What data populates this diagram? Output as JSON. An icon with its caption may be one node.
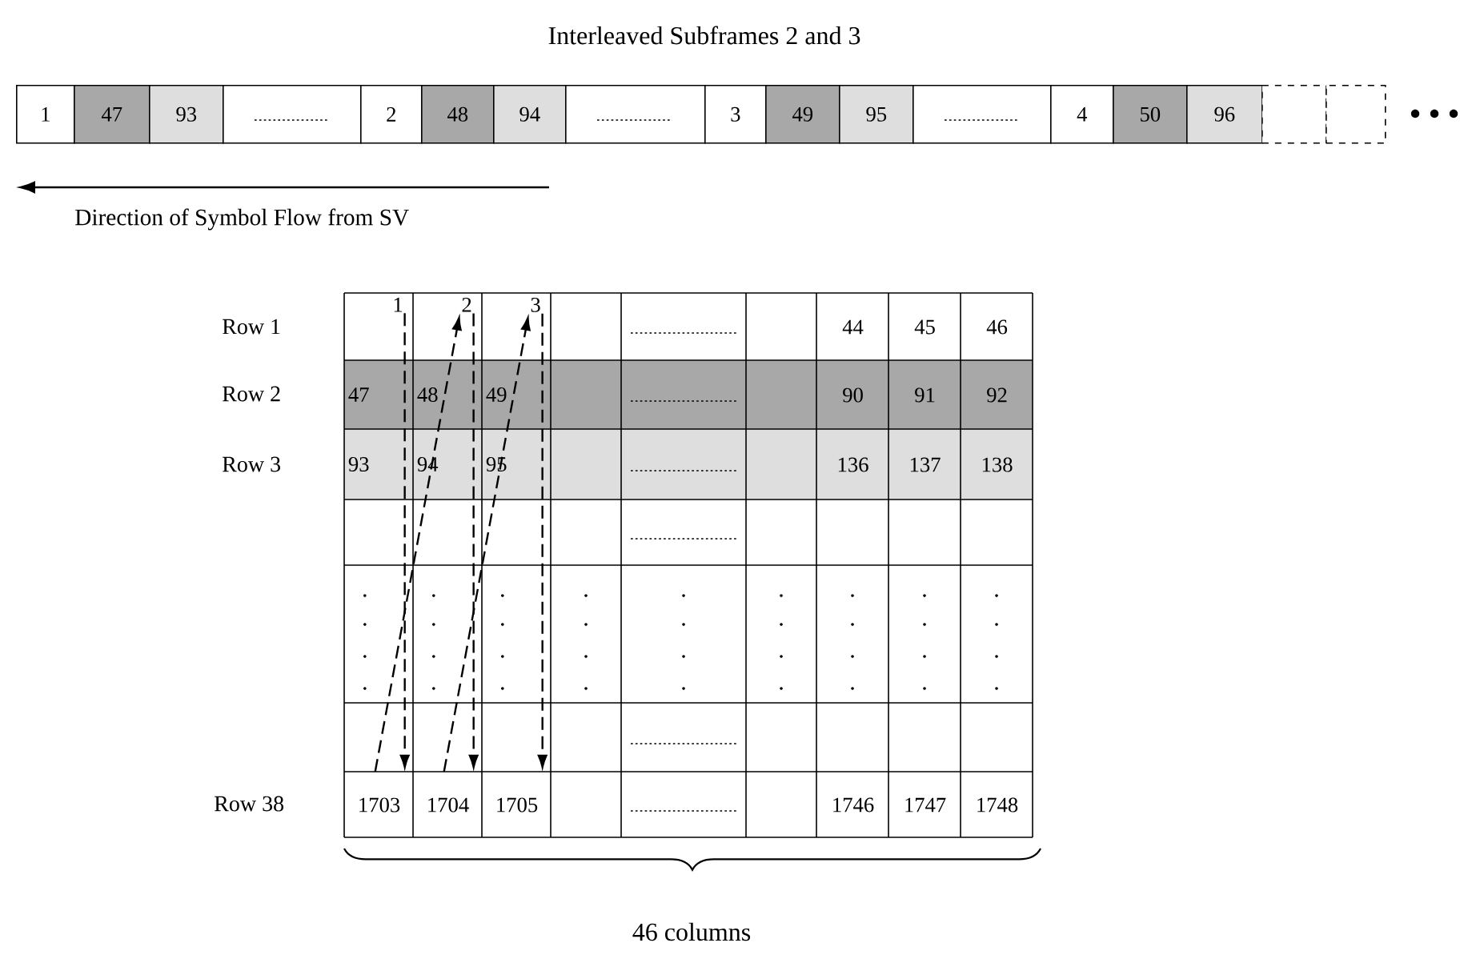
{
  "diagram": {
    "title": "Interleaved Subframes 2 and 3",
    "nodes": [
      {
        "text": [
          "1"
        ]
      },
      {
        "text": [
          "47"
        ]
      },
      {
        "text": [
          "93"
        ]
      },
      {
        "text": [],
        "shape": "box"
      },
      {
        "text": [
          "2"
        ]
      },
      {
        "text": [
          "48"
        ]
      },
      {
        "text": [
          "94"
        ]
      },
      {
        "text": [],
        "shape": "box"
      },
      {
        "text": [
          "3"
        ]
      },
      {
        "text": [
          "49"
        ]
      },
      {
        "text": [
          "95"
        ]
      },
      {
        "text": [],
        "shape": "box"
      },
      {
        "text": [
          "4"
        ]
      },
      {
        "text": [
          "50"
        ]
      },
      {
        "text": [
          "96"
        ]
      },
      {
        "text": [],
        "shape": "box"
      },
      {
        "text": [],
        "shape": "box"
      },
      {
        "text": [
          "1"
        ]
      },
      {
        "text": [
          "2"
        ]
      },
      {
        "text": [
          "3"
        ]
      },
      {
        "text": [
          "44"
        ]
      },
      {
        "text": [
          "45"
        ]
      },
      {
        "text": [
          "46"
        ]
      },
      {
        "text": [
          "47"
        ]
      },
      {
        "text": [
          "48"
        ]
      },
      {
        "text": [
          "49"
        ]
      },
      {
        "text": [
          "90"
        ]
      },
      {
        "text": [
          "91"
        ]
      },
      {
        "text": [
          "92"
        ]
      },
      {
        "text": [
          "93"
        ]
      },
      {
        "text": [
          "94"
        ]
      },
      {
        "text": [
          "95"
        ]
      },
      {
        "text": [
          "136"
        ]
      },
      {
        "text": [
          "137"
        ]
      },
      {
        "text": [
          "138"
        ]
      },
      {
        "text": [
          "1703"
        ]
      },
      {
        "text": [
          "1704"
        ]
      },
      {
        "text": [
          "1705"
        ]
      },
      {
        "text": [
          "1746"
        ]
      },
      {
        "text": [
          "1747"
        ]
      },
      {
        "text": [
          "1748"
        ]
      }
    ],
    "edges": [
      {
        "from": 17,
        "to": 35,
        "arrow": "to",
        "style": "dashed"
      },
      {
        "from": 35,
        "to": 18,
        "arrow": "to",
        "style": "dashed"
      },
      {
        "from": 18,
        "to": 36,
        "arrow": "to",
        "style": "dashed"
      },
      {
        "from": 36,
        "to": 19,
        "arrow": "to",
        "style": "dashed"
      },
      {
        "from": 19,
        "to": 37,
        "arrow": "to",
        "style": "dashed"
      }
    ],
    "labels": [
      "Direction of Symbol Flow from SV",
      "Row 1",
      "Row 2",
      "Row 3",
      "Row 38",
      "46 columns"
    ]
  }
}
